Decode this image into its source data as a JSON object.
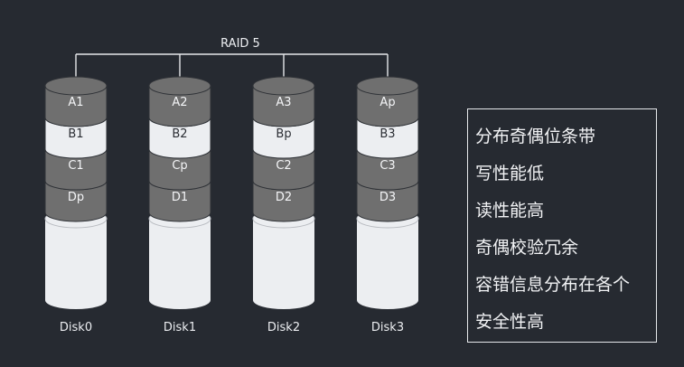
{
  "title": "RAID 5",
  "colors": {
    "background": "#262a31",
    "data_segment_light": "#eceef1",
    "data_segment_dark": "#6f6f6f",
    "disk_body": "#eceef1",
    "line": "#e6e8eb"
  },
  "disks": [
    {
      "name": "Disk0",
      "segments": [
        "A1",
        "B1",
        "C1",
        "Dp"
      ]
    },
    {
      "name": "Disk1",
      "segments": [
        "A2",
        "B2",
        "Cp",
        "D1"
      ]
    },
    {
      "name": "Disk2",
      "segments": [
        "A3",
        "Bp",
        "C2",
        "D2"
      ]
    },
    {
      "name": "Disk3",
      "segments": [
        "Ap",
        "B3",
        "C3",
        "D3"
      ]
    }
  ],
  "segment_shading": [
    "dark",
    "light",
    "dark",
    "dark"
  ],
  "features": [
    "分布奇偶位条带",
    "写性能低",
    "读性能高",
    "奇偶校验冗余",
    "容错信息分布在各个",
    "安全性高"
  ]
}
